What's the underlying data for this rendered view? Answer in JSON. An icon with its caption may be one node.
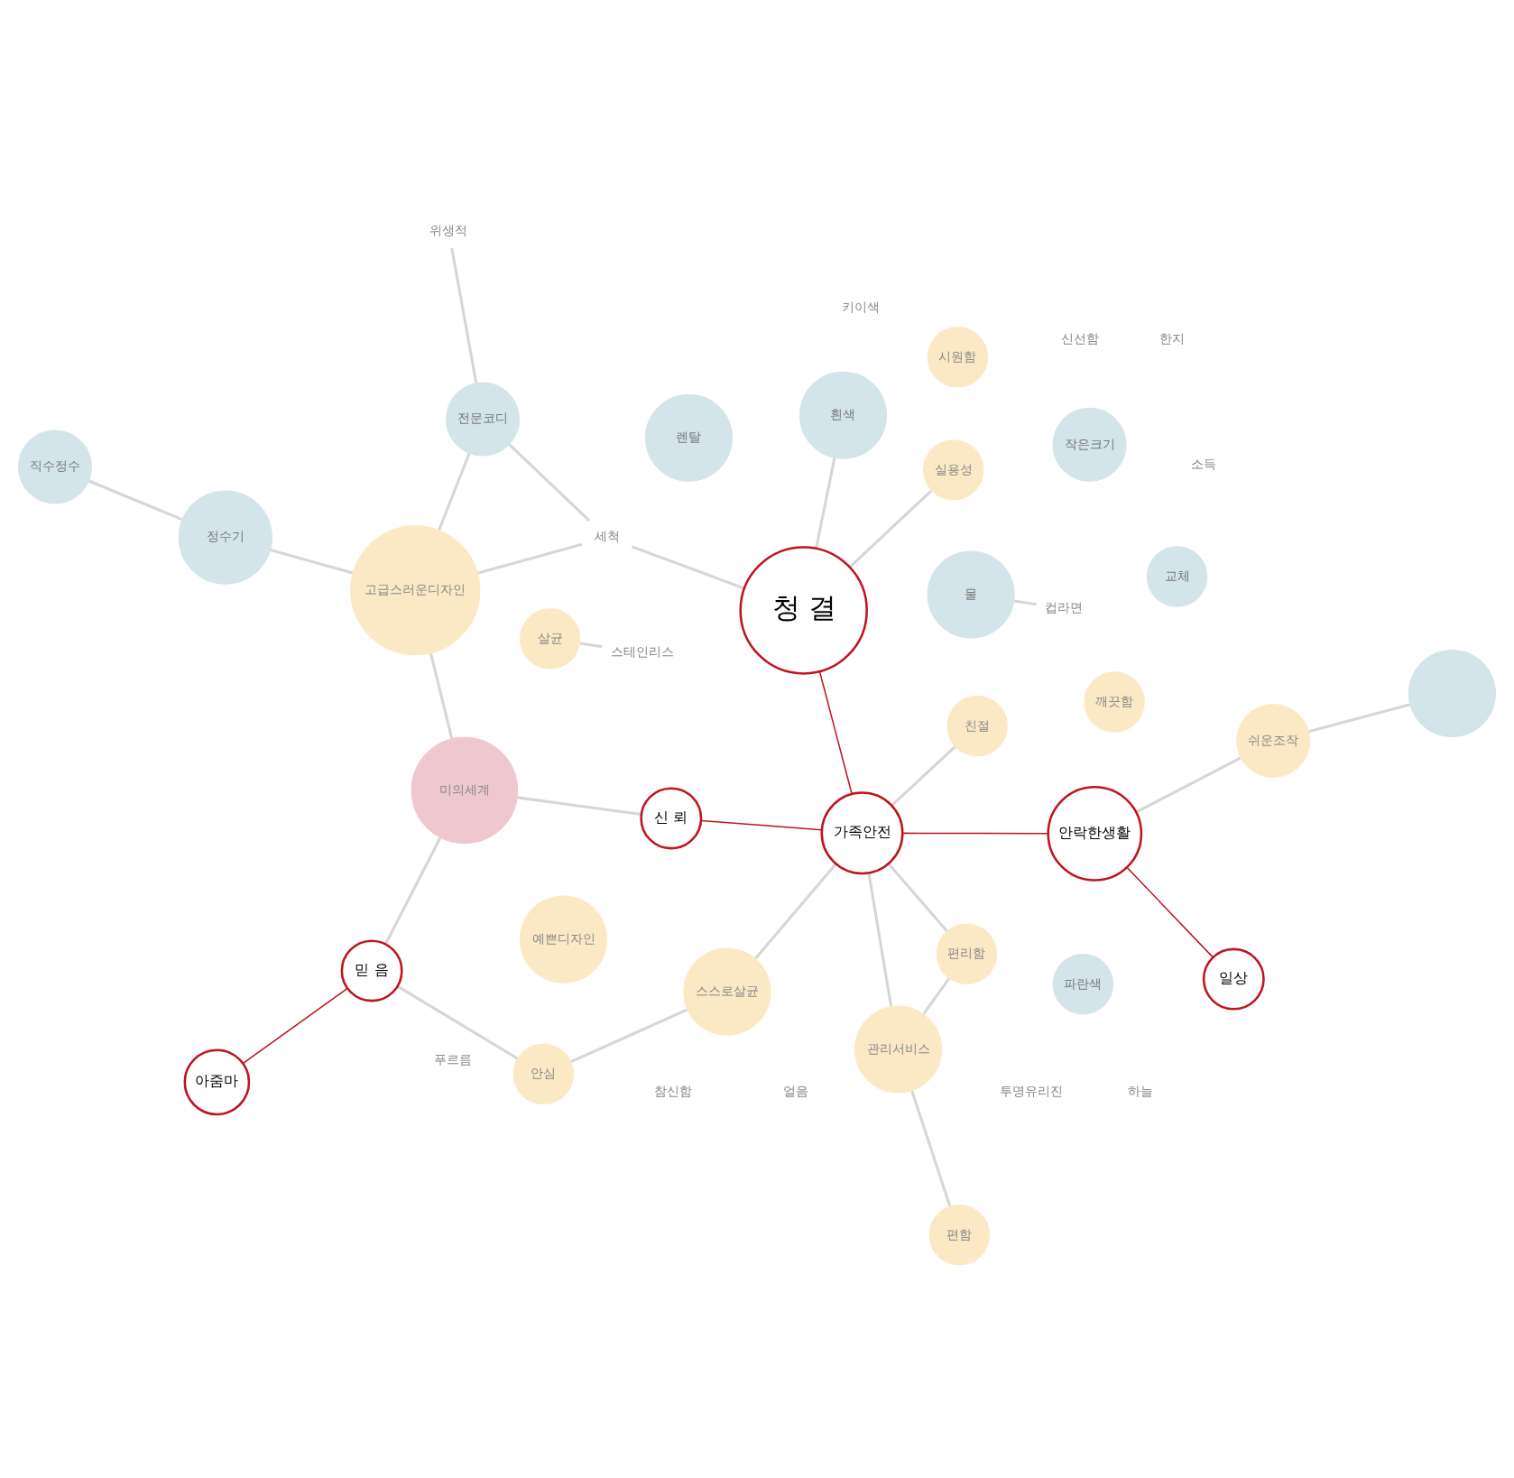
{
  "diagram": {
    "nodes": [
      {
        "text": [
          "파란색"
        ]
      },
      {
        "text": [
          "렌탈"
        ]
      },
      {
        "text": [
          "작은크기"
        ]
      },
      {
        "text": [
          "푸르름"
        ]
      },
      {
        "text": [
          "얼음"
        ]
      },
      {
        "text": [
          "세척"
        ]
      },
      {
        "text": [
          "하늘"
        ]
      },
      {
        "text": [
          "한지"
        ]
      },
      {
        "text": [
          "신 뢰"
        ]
      },
      {
        "text": [
          "깨끗함"
        ]
      },
      {
        "text": [
          "편함"
        ]
      },
      {
        "text": [
          "실용성"
        ]
      },
      {
        "text": [
          "편리함"
        ]
      },
      {
        "text": [
          "예쁜디자인"
        ]
      },
      {
        "text": [
          "스스로살균"
        ]
      },
      {
        "text": [
          "흰색"
        ]
      },
      {
        "text": [
          "청 결"
        ]
      },
      {
        "text": [
          "시원함"
        ]
      },
      {
        "text": [
          "신선함"
        ]
      },
      {
        "text": [
          "관리서비스"
        ]
      },
      {
        "text": [
          "가족안전"
        ]
      },
      {
        "text": [
          "참신함"
        ]
      },
      {
        "text": [
          "미의세계"
        ]
      },
      {
        "text": [
          "안심"
        ]
      },
      {
        "text": [
          "위생적"
        ]
      },
      {
        "text": [
          "친절"
        ]
      },
      {
        "text": [],
        "shape": "circle"
      },
      {
        "text": [
          "안락한생활"
        ]
      },
      {
        "text": [
          "아줌마"
        ]
      },
      {
        "text": [
          "믿 음"
        ]
      },
      {
        "text": [
          "살균"
        ]
      },
      {
        "text": [
          "고급스러운디자인"
        ]
      },
      {
        "text": [
          "소득"
        ]
      },
      {
        "text": [
          "전문코디"
        ]
      },
      {
        "text": [
          "직수정수"
        ]
      },
      {
        "text": [
          "스테인리스"
        ]
      },
      {
        "text": [
          "투명유리진"
        ]
      },
      {
        "text": [
          "키이색"
        ]
      },
      {
        "text": [
          "쉬운조작"
        ]
      },
      {
        "text": [
          "정수기"
        ]
      },
      {
        "text": [
          "물"
        ]
      },
      {
        "text": [
          "컵라면"
        ]
      },
      {
        "text": [
          "교체"
        ]
      },
      {
        "text": [
          "일상"
        ]
      }
    ],
    "edges": [
      {
        "from": 8,
        "to": 20,
        "arrow": "none",
        "color": "#c0141e"
      },
      {
        "from": 20,
        "to": 16,
        "arrow": "none",
        "color": "#c0141e"
      },
      {
        "from": 20,
        "to": 27,
        "arrow": "none",
        "color": "#c0141e"
      },
      {
        "from": 28,
        "to": 29,
        "arrow": "none",
        "color": "#c0141e"
      },
      {
        "from": 27,
        "to": 43,
        "arrow": "none",
        "color": "#c0141e"
      },
      {
        "from": 10,
        "to": 19,
        "arrow": "none"
      },
      {
        "from": 12,
        "to": 19,
        "arrow": "none"
      },
      {
        "from": 11,
        "to": 16,
        "arrow": "none"
      },
      {
        "from": 12,
        "to": 20,
        "arrow": "none"
      },
      {
        "from": 8,
        "to": 22,
        "arrow": "none"
      },
      {
        "from": 14,
        "to": 20,
        "arrow": "none"
      },
      {
        "from": 14,
        "to": 23,
        "arrow": "none"
      },
      {
        "from": 19,
        "to": 20,
        "arrow": "none"
      },
      {
        "from": 20,
        "to": 25,
        "arrow": "none"
      },
      {
        "from": 22,
        "to": 31,
        "arrow": "none"
      },
      {
        "from": 22,
        "to": 29,
        "arrow": "none"
      },
      {
        "from": 5,
        "to": 16,
        "arrow": "none"
      },
      {
        "from": 5,
        "to": 31,
        "arrow": "none"
      },
      {
        "from": 5,
        "to": 33,
        "arrow": "none"
      },
      {
        "from": 15,
        "to": 16,
        "arrow": "none"
      },
      {
        "from": 24,
        "to": 33,
        "arrow": "none"
      },
      {
        "from": 31,
        "to": 33,
        "arrow": "none"
      },
      {
        "from": 31,
        "to": 39,
        "arrow": "none"
      },
      {
        "from": 23,
        "to": 29,
        "arrow": "none"
      },
      {
        "from": 35,
        "to": 30,
        "arrow": "none"
      },
      {
        "from": 27,
        "to": 38,
        "arrow": "none"
      },
      {
        "from": 26,
        "to": 38,
        "arrow": "none"
      },
      {
        "from": 39,
        "to": 34,
        "arrow": "none"
      },
      {
        "from": 40,
        "to": 41,
        "arrow": "none"
      }
    ]
  }
}
